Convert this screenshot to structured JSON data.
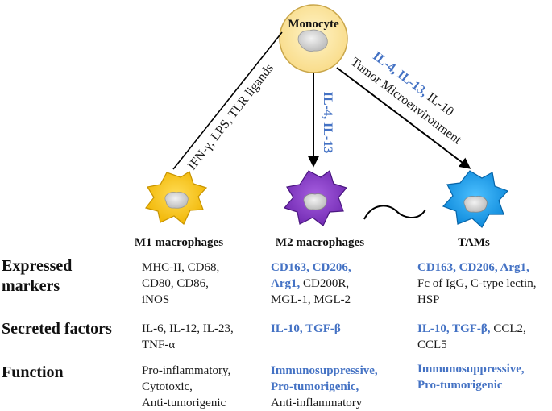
{
  "cells": {
    "monocyte": "Monocyte",
    "m1": "M1 macrophages",
    "m2": "M2 macrophages",
    "tams": "TAMs"
  },
  "arrows": {
    "to_m1": "IFN-γ, LPS, TLR ligands",
    "to_m2": "IL-4, IL-13",
    "to_tams_line1_hl": "IL-4, IL-13,",
    "to_tams_line1_plain": " IL-10",
    "to_tams_line2": "Tumor Microenvironment"
  },
  "rows": {
    "markers_head_1": "Expressed",
    "markers_head_2": "markers",
    "secreted_head": "Secreted factors",
    "function_head": "Function"
  },
  "markers": {
    "m1": [
      "MHC-II, CD68,",
      "CD80, CD86,",
      "iNOS"
    ],
    "m2_l1_hl": "CD163, CD206,",
    "m2_l2_hl": "Arg1,",
    "m2_l2_plain": " CD200R,",
    "m2_l3": "MGL-1, MGL-2",
    "tams_l1_hl": "CD163, CD206, Arg1,",
    "tams_l2": "Fc of IgG, C-type lectin,",
    "tams_l3": "HSP"
  },
  "secreted": {
    "m1": [
      "IL-6, IL-12, IL-23,",
      "TNF-α"
    ],
    "m2_hl": "IL-10, TGF-β",
    "tams_l1_hl": "IL-10, TGF-β,",
    "tams_l1_plain": " CCL2,",
    "tams_l2": "CCL5"
  },
  "function": {
    "m1": [
      "Pro-inflammatory,",
      "Cytotoxic,",
      "Anti-tumorigenic"
    ],
    "m2_l1_hl": "Immunosuppressive,",
    "m2_l2_hl": "Pro-tumorigenic,",
    "m2_l3": "Anti-inflammatory",
    "tams_l1_hl": "Immunosuppressive,",
    "tams_l2_hl": "Pro-tumorigenic"
  },
  "colors": {
    "highlight": "#4472c4",
    "monocyte": "#fde9a8",
    "m1": "#f5c518",
    "m2": "#8a3fc6",
    "tams": "#1a9ee8",
    "nucleus": "#dcdcdc"
  }
}
